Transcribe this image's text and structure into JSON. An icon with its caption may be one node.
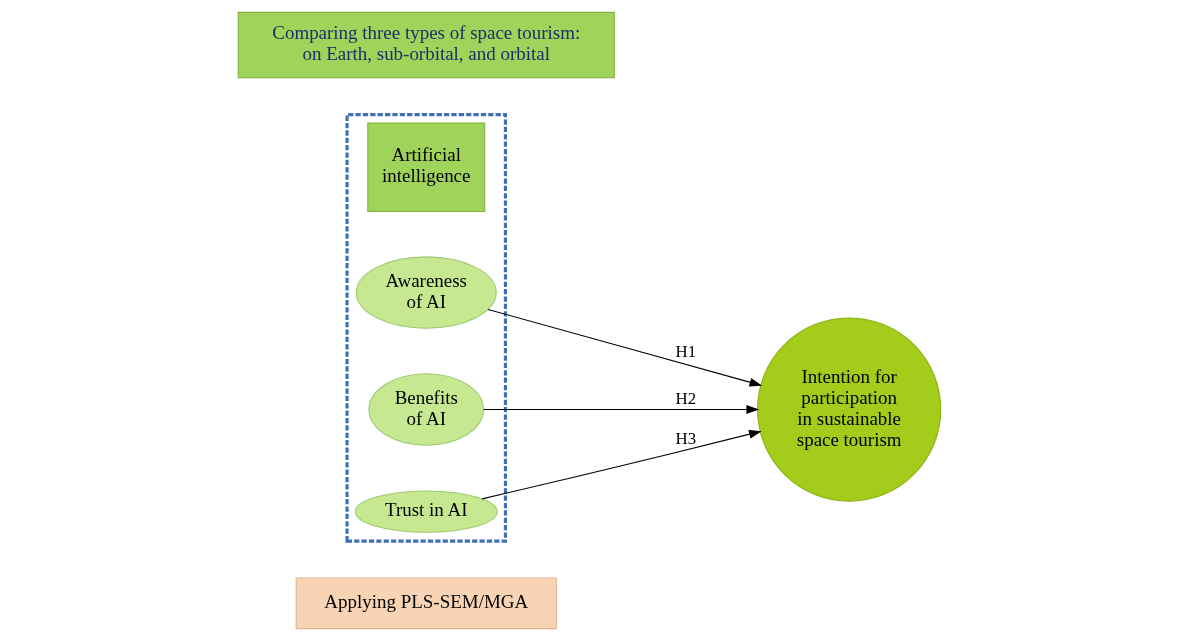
{
  "diagram": {
    "nodes": [
      {
        "text": [
          "Comparing three types of space tourism: on Earth, sub-orbital, and orbital"
        ]
      },
      {
        "text": [],
        "shape": "box"
      },
      {
        "text": [
          "Artificial intelligence"
        ],
        "in": 1
      },
      {
        "text": [
          "Awareness of AI"
        ],
        "in": 1
      },
      {
        "text": [
          "Benefits of AI"
        ],
        "in": 1
      },
      {
        "text": [
          "Trust in AI"
        ],
        "in": 1
      },
      {
        "text": [
          "Intention for participation in sustainable space tourism"
        ]
      },
      {
        "text": [
          "Applying PLS-SEM/MGA"
        ]
      }
    ],
    "edges": [
      {
        "from": 3,
        "to": 6,
        "arrow": "to",
        "label": "H1"
      },
      {
        "from": 4,
        "to": 6,
        "arrow": "to",
        "label": "H2"
      },
      {
        "from": 5,
        "to": 6,
        "arrow": "to",
        "label": "H3"
      }
    ]
  }
}
